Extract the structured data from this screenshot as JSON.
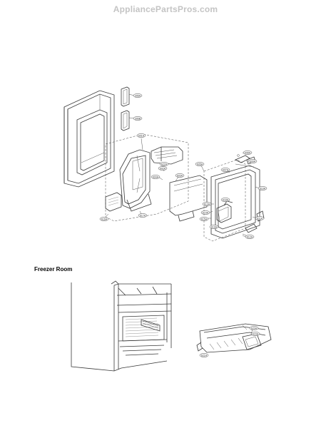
{
  "watermark": "AppliancePartsPros.com",
  "section_title": "Freezer Room",
  "callouts": [
    {
      "id": "c1",
      "label": "306A"
    },
    {
      "id": "c2",
      "label": "306B"
    },
    {
      "id": "c3",
      "label": "601A"
    },
    {
      "id": "c4",
      "label": "602A"
    },
    {
      "id": "c5",
      "label": "603A"
    },
    {
      "id": "c6",
      "label": "604A"
    },
    {
      "id": "c7",
      "label": "605A"
    },
    {
      "id": "c8",
      "label": "607A"
    },
    {
      "id": "c9",
      "label": "608A"
    },
    {
      "id": "c10",
      "label": "609A"
    },
    {
      "id": "c11",
      "label": "610A"
    },
    {
      "id": "c12",
      "label": "611A"
    },
    {
      "id": "c13",
      "label": "612A"
    },
    {
      "id": "c14",
      "label": "613A"
    },
    {
      "id": "c15",
      "label": "614A"
    },
    {
      "id": "c16",
      "label": "615A"
    },
    {
      "id": "c17",
      "label": "616A"
    },
    {
      "id": "c18",
      "label": "617A"
    },
    {
      "id": "c19",
      "label": "618A"
    },
    {
      "id": "c20",
      "label": "619A"
    },
    {
      "id": "c21",
      "label": "620A"
    },
    {
      "id": "c22",
      "label": "621A"
    },
    {
      "id": "c23",
      "label": "622A"
    },
    {
      "id": "c24",
      "label": "623A"
    }
  ]
}
